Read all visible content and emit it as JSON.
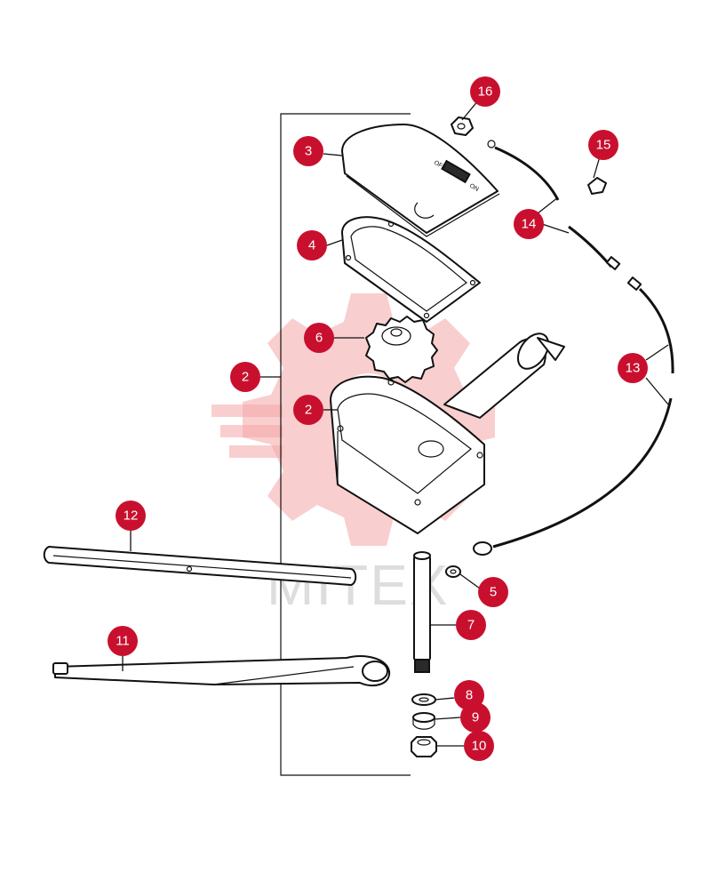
{
  "watermark": {
    "text": "MITEX",
    "color": "#f4a6a6"
  },
  "accent_color": "#c8102e",
  "switch_labels": {
    "off": "OFF",
    "on": "ON"
  },
  "callouts": [
    {
      "id": "c16",
      "label": "16"
    },
    {
      "id": "c3",
      "label": "3"
    },
    {
      "id": "c15",
      "label": "15"
    },
    {
      "id": "c14",
      "label": "14"
    },
    {
      "id": "c4",
      "label": "4"
    },
    {
      "id": "c6",
      "label": "6"
    },
    {
      "id": "c13",
      "label": "13"
    },
    {
      "id": "c2a",
      "label": "2"
    },
    {
      "id": "c2b",
      "label": "2"
    },
    {
      "id": "c12",
      "label": "12"
    },
    {
      "id": "c5",
      "label": "5"
    },
    {
      "id": "c7",
      "label": "7"
    },
    {
      "id": "c11",
      "label": "11"
    },
    {
      "id": "c8",
      "label": "8"
    },
    {
      "id": "c9",
      "label": "9"
    },
    {
      "id": "c10",
      "label": "10"
    }
  ]
}
